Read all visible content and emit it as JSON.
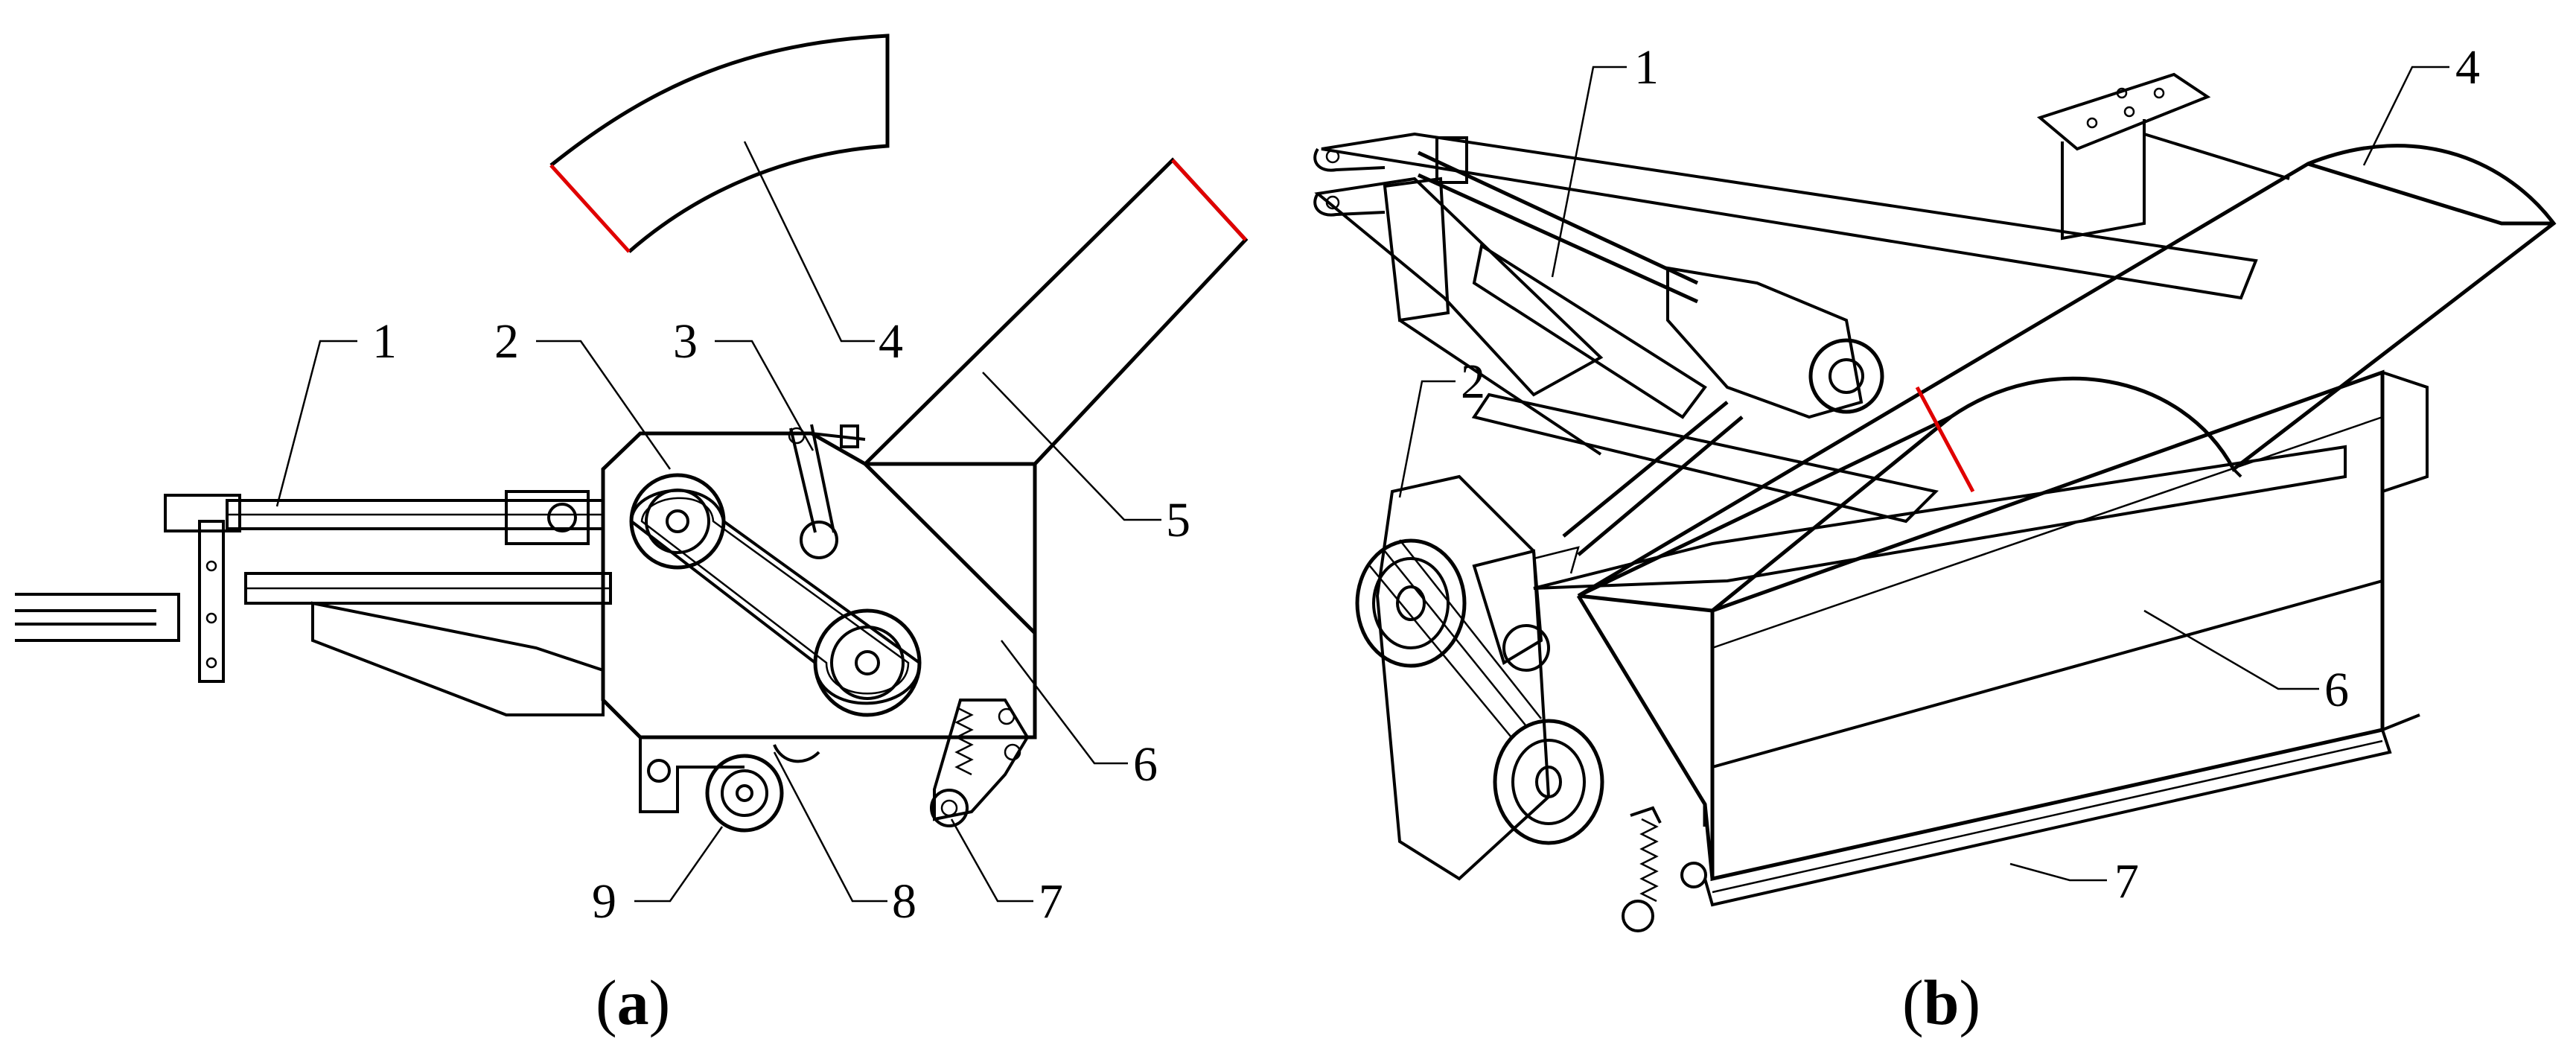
{
  "figure": {
    "panel_a": {
      "caption": "(a)",
      "caption_bold": "a",
      "callouts": [
        "1",
        "2",
        "3",
        "4",
        "5",
        "6",
        "7",
        "8",
        "9"
      ]
    },
    "panel_b": {
      "caption": "(b)",
      "caption_bold": "b",
      "callouts": [
        "1",
        "2",
        "4",
        "6",
        "7"
      ]
    }
  },
  "colors": {
    "line": "#000000",
    "highlight": "#e00000",
    "background": "#ffffff"
  }
}
